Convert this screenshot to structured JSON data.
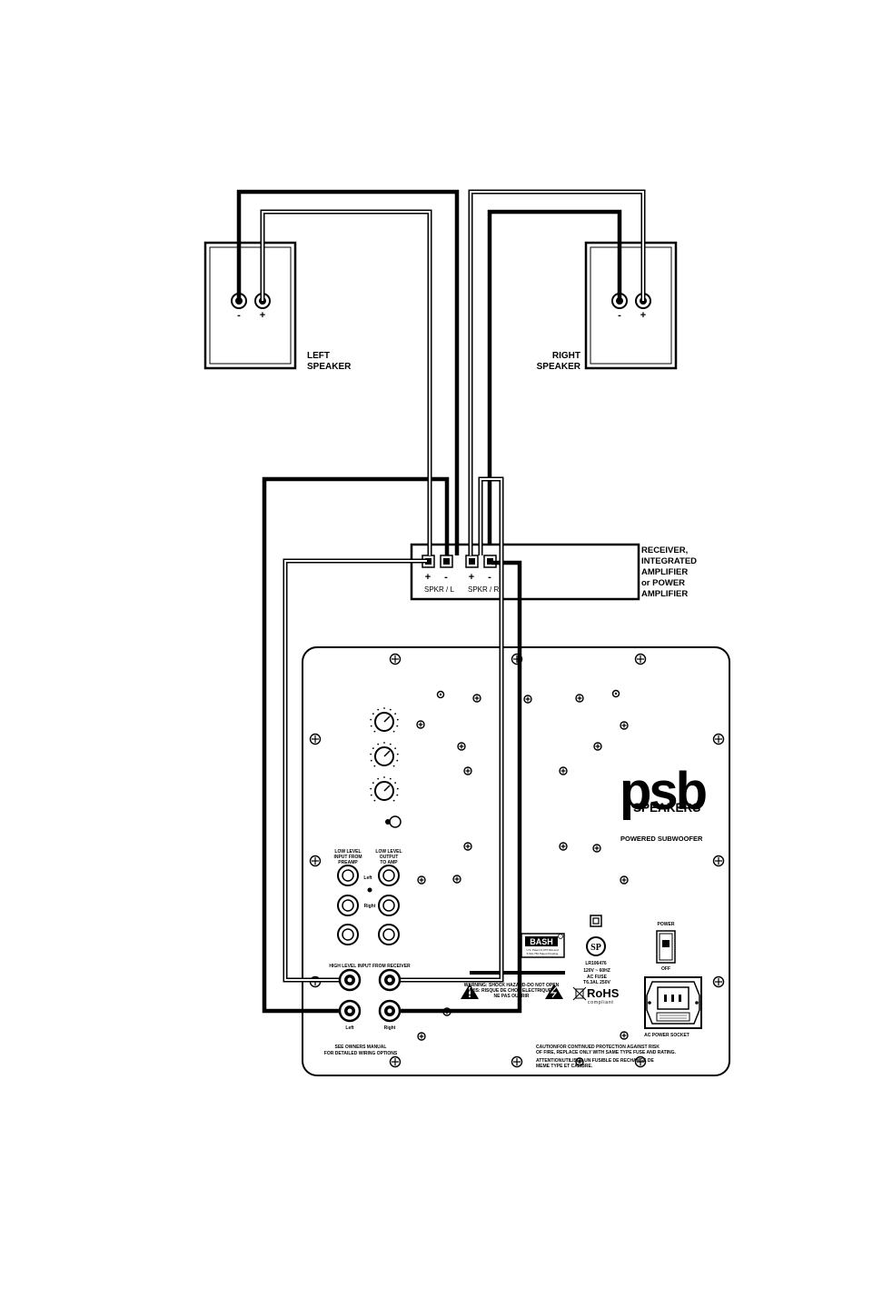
{
  "speakers": {
    "left": {
      "label_line1": "LEFT",
      "label_line2": "SPEAKER",
      "minus": "-",
      "plus": "+"
    },
    "right": {
      "label_line1": "RIGHT",
      "label_line2": "SPEAKER",
      "minus": "-",
      "plus": "+"
    }
  },
  "receiver": {
    "label_lines": [
      "RECEIVER,",
      "INTEGRATED",
      "AMPLIFIER",
      "or POWER",
      "AMPLIFIER"
    ],
    "terminal_signs": [
      "+",
      "-",
      "+",
      "-"
    ],
    "spkr_left": "SPKR / L",
    "spkr_right": "SPKR / R"
  },
  "subwoofer": {
    "brand_top": "psb",
    "brand_bottom": "SPEAKERS",
    "product": "POWERED SUBWOOFER",
    "low_level_input": [
      "LOW LEVEL",
      "INPUT FROM",
      "PREAMP"
    ],
    "low_level_output": [
      "LOW LEVEL",
      "OUTPUT",
      "TO AMP"
    ],
    "rca_left": "Left",
    "rca_right": "Right",
    "high_level_title": "HIGH LEVEL INPUT FROM RECEIVER",
    "binding_left": "Left",
    "binding_right": "Right",
    "owners_manual": [
      "SEE OWNERS MANUAL",
      "FOR DETAILED WIRING OPTIONS"
    ],
    "bash_logo": "BASH",
    "bash_sub": [
      "U.S. Patent 5,075,634 and",
      "5,510,756 Patent Pending"
    ],
    "warning": [
      "WARNING: SHOCK HAZARD-DO NOT OPEN",
      "AVIS: RISQUE DE CHOC ELECTRIQUE -",
      "NE PAS OUVRIR"
    ],
    "cert_code": "LR106476",
    "voltage": "120V ~ 60HZ",
    "fuse": [
      "AC FUSE",
      "T6.3AL 250V"
    ],
    "rohs": "RoHS",
    "rohs_sub": "compliant",
    "power_label": "POWER",
    "off_label": "OFF",
    "ac_socket": "AC POWER SOCKET",
    "caution_title": "CAUTION:",
    "caution_text": [
      "FOR CONTINUED PROTECTION AGAINST RISK",
      "OF FIRE, REPLACE ONLY WITH SAME TYPE FUSE AND RATING."
    ],
    "attention_title": "ATTENTION:",
    "attention_text": [
      "UTILISER UN FUSIBLE DE RECHANGE DE",
      "MEME TYPE ET CALIBRE."
    ]
  }
}
